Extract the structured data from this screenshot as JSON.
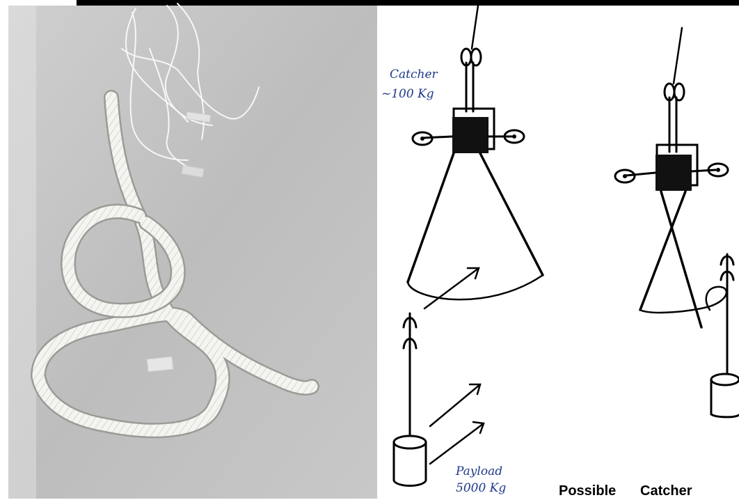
{
  "diagram": {
    "catcher_note": {
      "line1": "Catcher",
      "line2": "~100 Kg"
    },
    "payload_note": {
      "line1": "Payload",
      "line2": "5000 Kg"
    },
    "caption": {
      "word1": "Possible",
      "word2": "Catcher"
    }
  },
  "colors": {
    "ink": "#000000",
    "handwriting": "#1f3a8a",
    "photo_background": "#bdbdbd",
    "rope": "#f2f2ee"
  }
}
